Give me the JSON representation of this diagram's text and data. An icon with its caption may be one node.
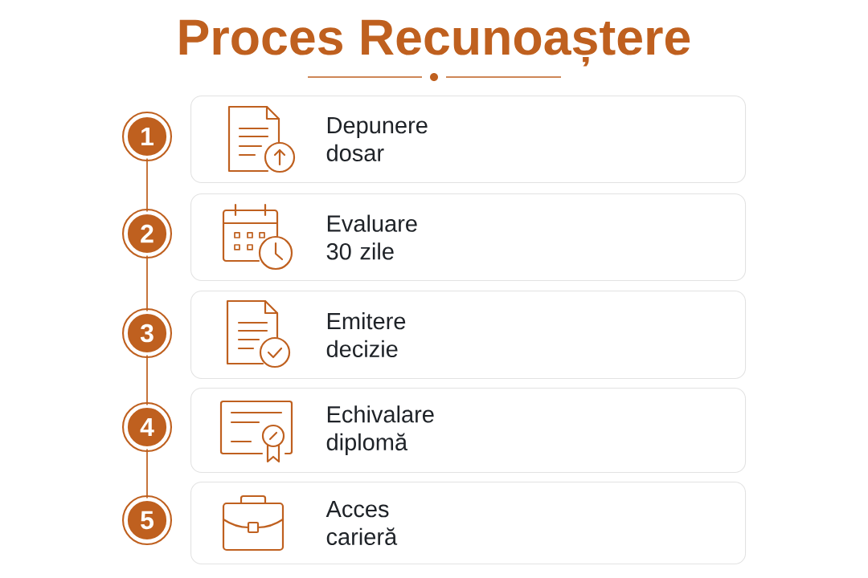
{
  "diagram": {
    "title": "Proces Recunoaștere",
    "nodes": [
      {
        "text": [
          "1"
        ]
      },
      {
        "text": [
          "Depunere dosar"
        ]
      },
      {
        "text": [
          "2"
        ]
      },
      {
        "text": [
          "Evaluare 30 zile"
        ]
      },
      {
        "text": [
          "3"
        ]
      },
      {
        "text": [
          "Emitere decizie"
        ]
      },
      {
        "text": [
          "4"
        ]
      },
      {
        "text": [
          "Echivalare diplomă"
        ]
      },
      {
        "text": [
          "5"
        ]
      },
      {
        "text": [
          "Acces carieră"
        ]
      }
    ],
    "edges": [
      {
        "from": 0,
        "to": 2,
        "arrow": "none"
      },
      {
        "from": 2,
        "to": 4,
        "arrow": "none"
      },
      {
        "from": 4,
        "to": 6,
        "arrow": "none"
      },
      {
        "from": 6,
        "to": 8,
        "arrow": "none"
      }
    ]
  }
}
